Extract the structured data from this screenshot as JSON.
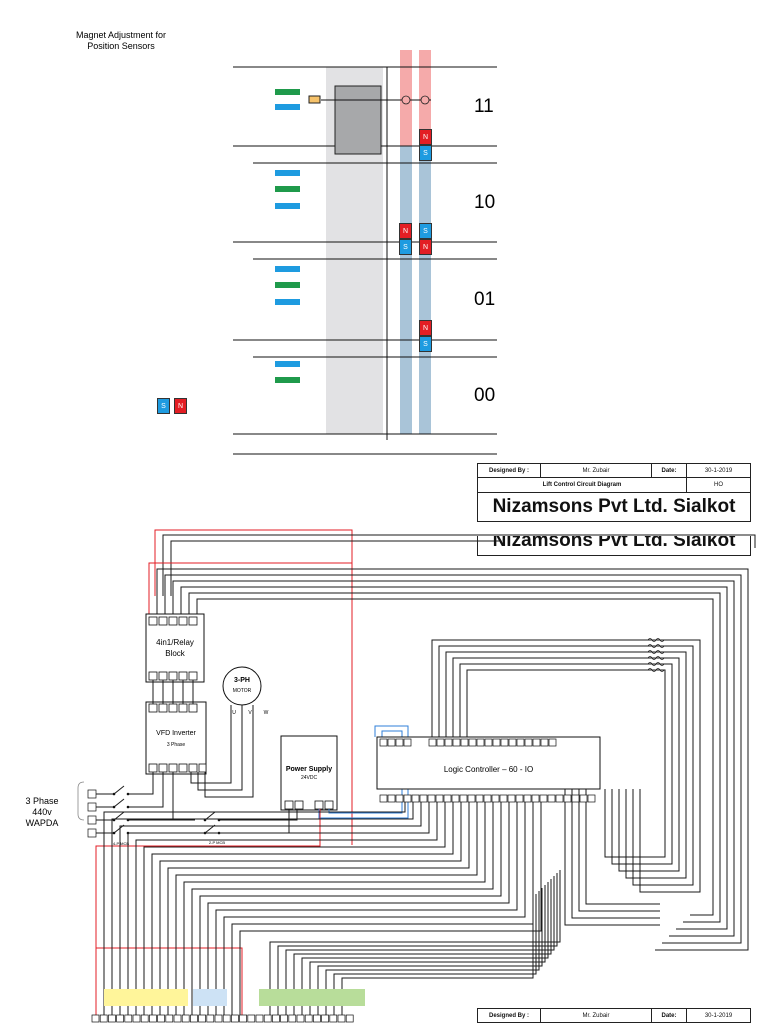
{
  "header_note": [
    "Magnet Adjustment for",
    "Position Sensors"
  ],
  "floors": [
    "11",
    "10",
    "01",
    "00"
  ],
  "magnet_letters": {
    "north": "N",
    "south": "S"
  },
  "title_block": {
    "designed_by_label": "Designed By :",
    "designer": "Mr. Zubair",
    "date_label": "Date:",
    "date": "30-1-2019",
    "drawing_title": "Lift Control Circuit Diagram",
    "drawing_code": "HO",
    "company": "Nizamsons Pvt Ltd. Sialkot"
  },
  "components": {
    "relay_block": {
      "title": "4in1/Relay Block"
    },
    "vfd": {
      "title": "VFD Inverter",
      "subtitle": "3 Phase"
    },
    "motor": {
      "title": "3-PH",
      "subtitle": "MOTOR",
      "terminals": [
        "U",
        "V",
        "W"
      ]
    },
    "power_supply": {
      "title": "Power Supply",
      "subtitle": "24VDC"
    },
    "plc": {
      "title": "Logic Controller – 60 - IO"
    },
    "mains": {
      "label": [
        "3 Phase",
        "440v",
        "WAPDA"
      ]
    },
    "mcb_4p": "4-P MCB",
    "mcb_2p": "2-P MCB"
  },
  "colors": {
    "shaft_gray": "#e2e2e4",
    "rail_red": "#f5aaaa",
    "rail_blue": "#a9c4d8",
    "sensor_green": "#1f9a4b",
    "sensor_blue": "#1e9be0",
    "wire_red": "#e31e24",
    "wire_blue": "#2f7fd8",
    "wire_black": "#1a1a1a",
    "zone_yellow": "#fff59a",
    "zone_lightblue": "#cde2f5",
    "zone_green": "#b8dd9a"
  }
}
